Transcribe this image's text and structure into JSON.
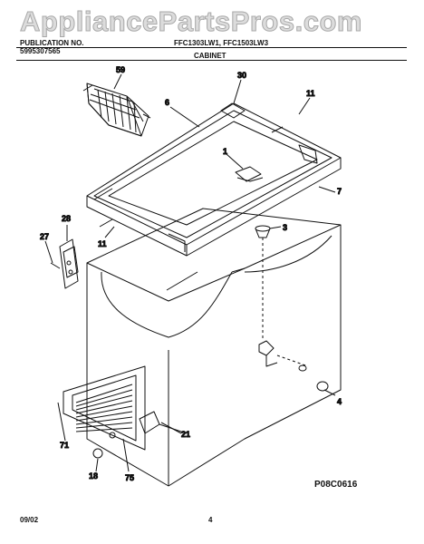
{
  "watermark": "AppliancePartsPros.com",
  "header": {
    "publication_label": "PUBLICATION NO.",
    "publication_number": "5995307565",
    "models": "FFC1303LW1, FFC1503LW3",
    "section_title": "CABINET"
  },
  "diagram": {
    "callouts": [
      "59",
      "30",
      "6",
      "11",
      "1",
      "7",
      "28",
      "27",
      "3",
      "11",
      "4",
      "21",
      "71",
      "18",
      "75"
    ],
    "code": "P08C0616"
  },
  "footer": {
    "date": "09/02",
    "page": "4"
  },
  "colors": {
    "line": "#111111",
    "paper": "#ffffff",
    "watermark": "#a8a8a8"
  }
}
